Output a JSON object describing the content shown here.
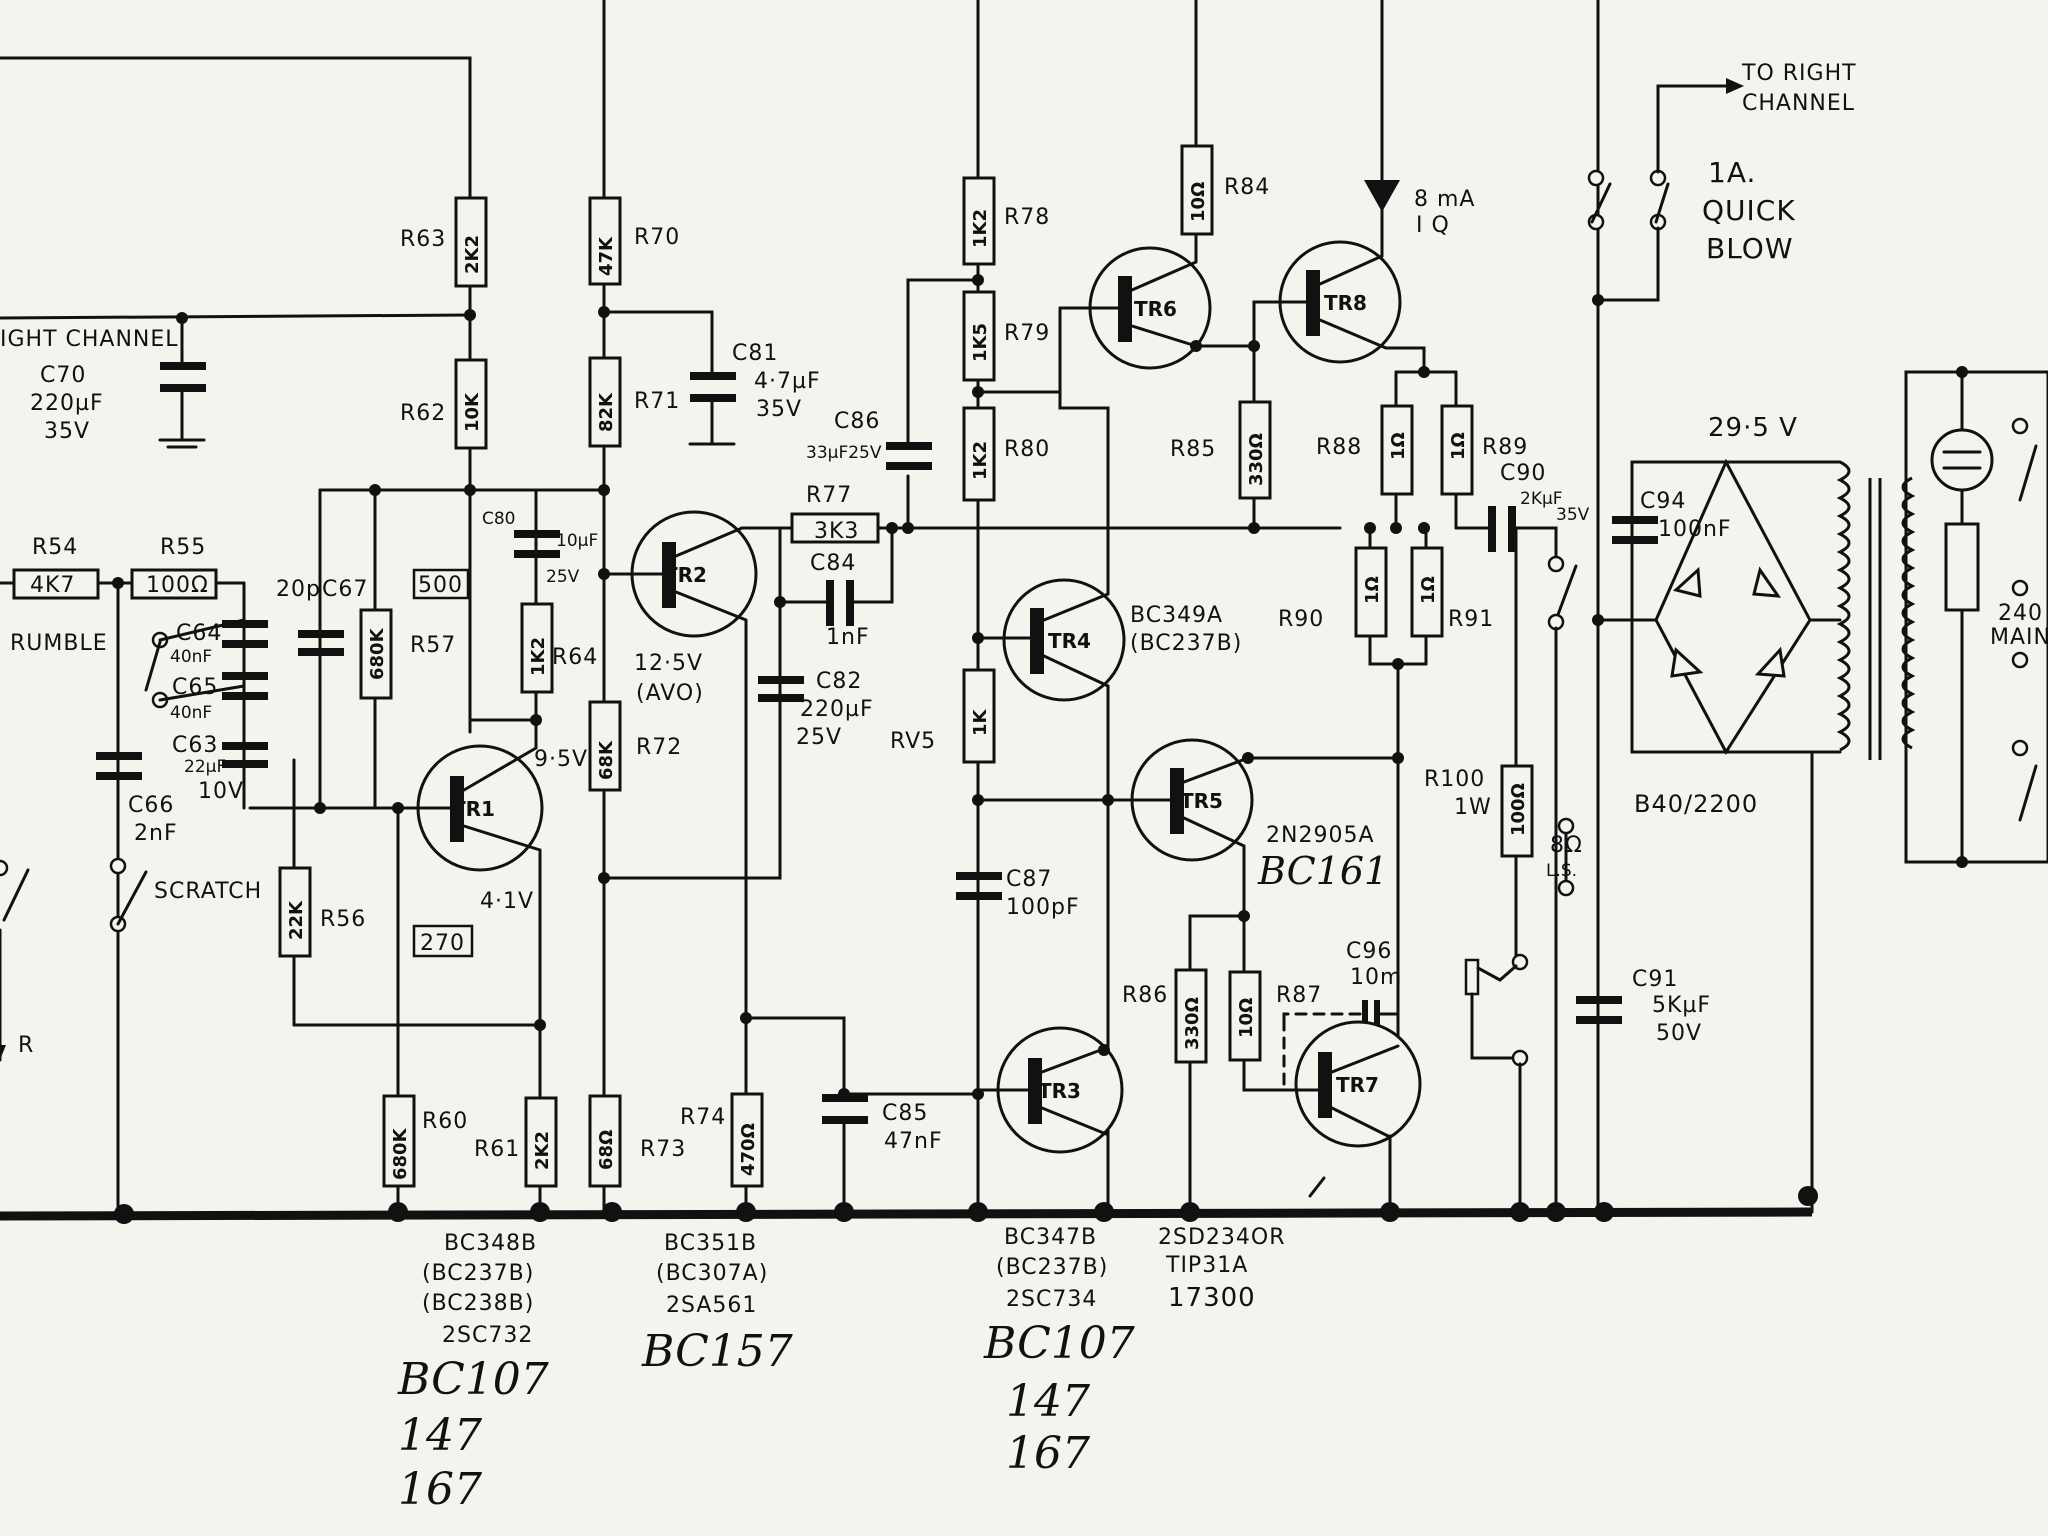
{
  "labels": {
    "right_channel_top": "TO RIGHT",
    "right_channel_bottom": "CHANNEL",
    "fuse_1": "1A.",
    "fuse_2": "QUICK",
    "fuse_3": "BLOW",
    "iq_1": "8 mA",
    "iq_2": "I Q",
    "right_channel_left": "IGHT CHANNEL",
    "c70": "C70",
    "c70_v1": "220µF",
    "c70_v2": "35V",
    "r63": "R63",
    "r63_v": "2K2",
    "r70": "R70",
    "r70_v": "47K",
    "r78": "R78",
    "r78_v": "1K2",
    "r84": "R84",
    "r84_v": "10Ω",
    "r62": "R62",
    "r62_v": "10K",
    "r71": "R71",
    "r71_v": "82K",
    "c81": "C81",
    "c81_v1": "4·7µF",
    "c81_v2": "35V",
    "r79": "R79",
    "r79_v": "1K5",
    "c86": "C86",
    "c86_v": "33µF25V",
    "r80": "R80",
    "r80_v": "1K2",
    "r85": "R85",
    "r85_v": "330Ω",
    "r88": "R88",
    "r88_v": "1Ω",
    "r88b_v": "1Ω",
    "r89": "R89",
    "c90": "C90",
    "c90_v1": "2KµF",
    "c90_v2": "35V",
    "voltage_29_5": "29·5 V",
    "c94": "C94",
    "c94_v": "100nF",
    "r54": "R54",
    "r54_v": "4K7",
    "r55": "R55",
    "r55_v": "100Ω",
    "c67": "C67",
    "c67_v": "20p",
    "box_500": "500",
    "c80": "C80",
    "c80_v1": "10µF",
    "c80_v2": "25V",
    "r77": "R77",
    "r77_v": "3K3",
    "c84": "C84",
    "c84_v": "1nF",
    "rumble": "RUMBLE",
    "c64": "C64",
    "c64_v": "40nF",
    "c65": "C65",
    "c65_v": "40nF",
    "c63": "C63",
    "c63_v1": "22µF",
    "c63_v2": "10V",
    "r57": "R57",
    "r57_v": "680K",
    "r64": "R64",
    "r64_v": "1K2",
    "avo_1": "12·5V",
    "avo_2": "(AVO)",
    "c82": "C82",
    "c82_v1": "220µF",
    "c82_v2": "25V",
    "tr4_type1": "BC349A",
    "tr4_type2": "(BC237B)",
    "r90": "R90",
    "r90_v": "1Ω",
    "r91": "R91",
    "r91_v": "1Ω",
    "mains": "240",
    "mains2": "MAIN",
    "v9_5": "9·5V",
    "r72": "R72",
    "r72_v": "68K",
    "rv5": "RV5",
    "rv5_v": "1K",
    "c66": "C66",
    "c66_v": "2nF",
    "scratch": "SCRATCH",
    "v4_1": "4·1V",
    "r56": "R56",
    "r56_v": "22K",
    "box_270": "270",
    "c87": "C87",
    "c87_v": "100pF",
    "tr5_type": "2N2905A",
    "tr5_hand": "BC161",
    "r100": "R100",
    "r100_v1": "1W",
    "r100_v": "100Ω",
    "ls_1": "8Ω",
    "ls_2": "L.S.",
    "bridge": "B40/2200",
    "r86": "R86",
    "r86_v": "330Ω",
    "r87": "R87",
    "r87_v": "10Ω",
    "c96": "C96",
    "c96_v": "10m",
    "c91": "C91",
    "c91_v1": "5KµF",
    "c91_v2": "50V",
    "c85": "C85",
    "c85_v": "47nF",
    "r74": "R74",
    "r74_v": "470Ω",
    "r73": "R73",
    "r73_v": "68Ω",
    "r60": "R60",
    "r60_v": "680K",
    "r61": "R61",
    "r61_v": "2K2",
    "r_out": "R",
    "tr1": "TR1",
    "tr2": "TR2",
    "tr3": "TR3",
    "tr4": "TR4",
    "tr5": "TR5",
    "tr6": "TR6",
    "tr7": "TR7",
    "tr8": "TR8",
    "tr1_types": [
      "BC348B",
      "(BC237B)",
      "(BC238B)",
      "2SC732"
    ],
    "tr2_types": [
      "BC351B",
      "(BC307A)",
      "2SA561"
    ],
    "tr3_types": [
      "BC347B",
      "(BC237B)",
      "2SC734"
    ],
    "tr7_types": [
      "2SD234OR",
      "TIP31A",
      "17300"
    ],
    "hand_a": [
      "BC107",
      "147",
      "167"
    ],
    "hand_b": "BC157",
    "hand_c": [
      "BC107",
      "147",
      "167"
    ]
  }
}
